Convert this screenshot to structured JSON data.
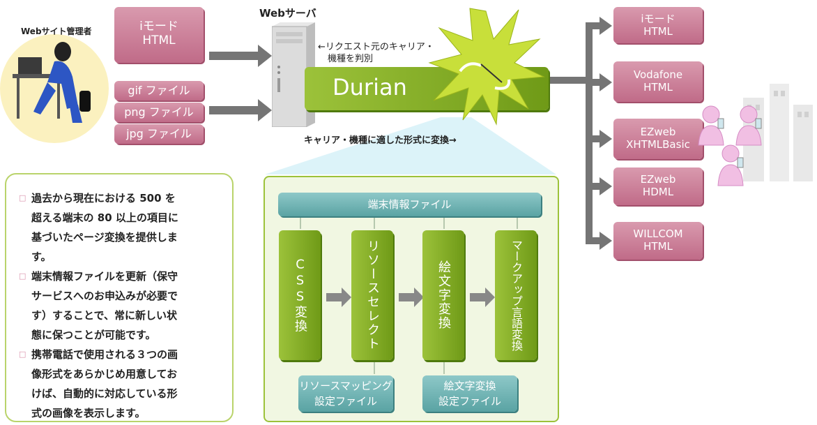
{
  "admin": {
    "label": "Webサイト管理者"
  },
  "inputs": {
    "imode": [
      "iモード",
      "HTML"
    ],
    "files": [
      "gif ファイル",
      "png ファイル",
      "jpg ファイル"
    ]
  },
  "server": {
    "title": "Webサーバ",
    "request_note_1": "←リクエスト元のキャリア・",
    "request_note_2": "機種を判別",
    "product": "Durian",
    "convert_note": "キャリア・機種に適した形式に変換→"
  },
  "outputs": [
    {
      "line1": "iモード",
      "line2": "HTML"
    },
    {
      "line1": "Vodafone",
      "line2": "HTML"
    },
    {
      "line1": "EZweb",
      "line2": "XHTMLBasic"
    },
    {
      "line1": "EZweb",
      "line2": "HDML"
    },
    {
      "line1": "WILLCOM",
      "line2": "HTML"
    }
  ],
  "detail": {
    "header": "端末情報ファイル",
    "steps": [
      "CSS変換",
      "リソースセレクト",
      "絵文字変換",
      "マークアップ言語変換"
    ],
    "config_1": [
      "リソースマッピング",
      "設定ファイル"
    ],
    "config_2": [
      "絵文字変換",
      "設定ファイル"
    ]
  },
  "notes": [
    [
      "過去から現在における 500 を",
      "超える端末の 80 以上の項目に",
      "基づいたページ変換を提供しま",
      "す。"
    ],
    [
      "端末情報ファイルを更新（保守",
      "サービスへのお申込みが必要で",
      "す）することで、常に新しい状",
      "態に保つことが可能です。"
    ],
    [
      "携帯電話で使用される３つの画",
      "像形式をあらかじめ用意してお",
      "けば、自動的に対応している形",
      "式の画像を表示します。"
    ]
  ]
}
